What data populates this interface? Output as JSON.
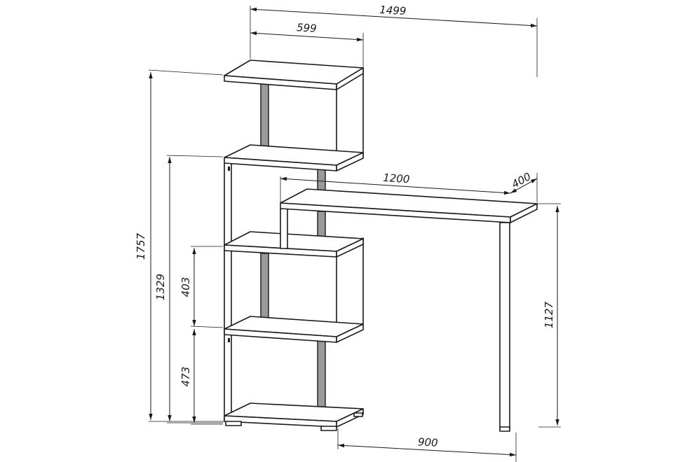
{
  "dimensions": {
    "total_width": "1499",
    "shelf_width": "599",
    "desk_length": "1200",
    "desk_depth": "400",
    "total_height": "1757",
    "desk_shelf_height": "1329",
    "upper_gap": "403",
    "lower_gap": "473",
    "desk_height": "1127",
    "leg_offset": "900"
  }
}
